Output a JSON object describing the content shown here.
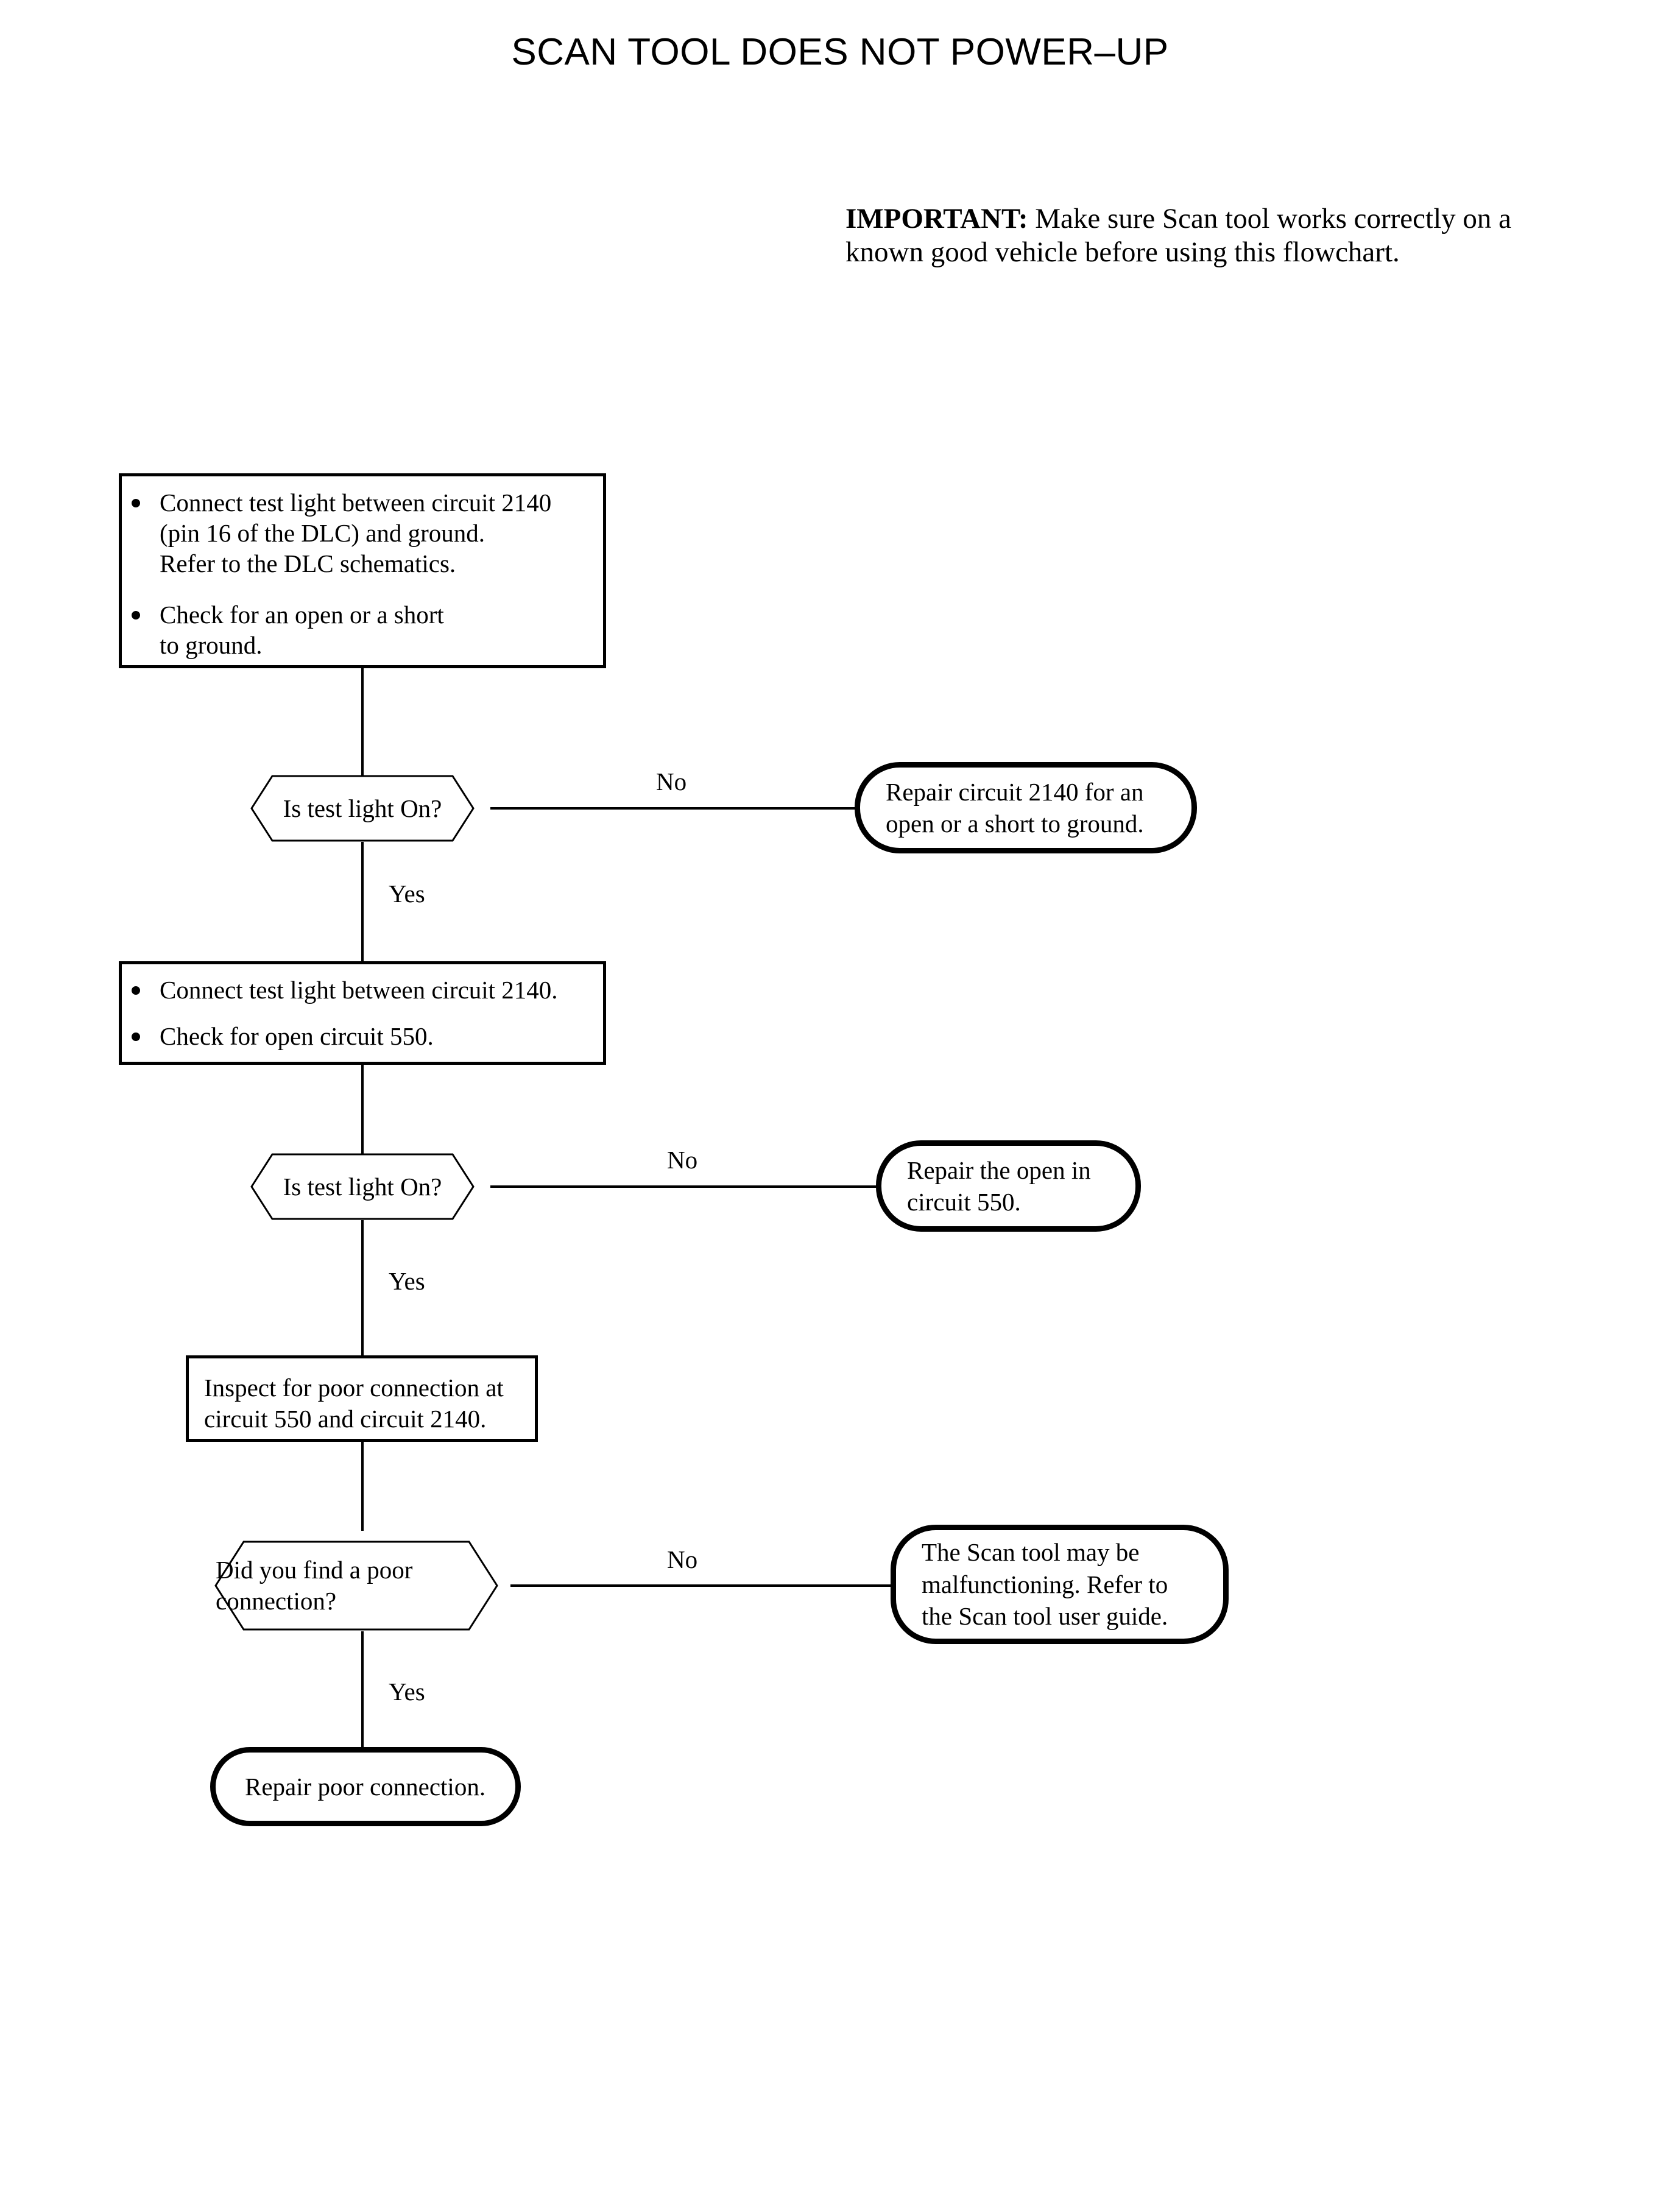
{
  "document": {
    "title": "SCAN TOOL DOES NOT POWER–UP",
    "important": {
      "lead": "IMPORTANT:",
      "body": " Make sure Scan tool works correctly on a known good vehicle before using this flowchart."
    }
  },
  "colors": {
    "ink": "#000000",
    "paper": "#ffffff"
  },
  "flowchart": {
    "type": "flowchart",
    "orientation": "top-to-bottom",
    "nodes": [
      {
        "id": "step1",
        "shape": "process",
        "bullets": [
          "Connect test light between circuit 2140 (pin 16 of the DLC) and ground. Refer to the DLC schematics.",
          "Check for an open or a short to ground."
        ],
        "lines": [
          [
            "Connect test light between circuit 2140",
            "(pin 16 of the DLC) and ground.",
            "Refer to the DLC schematics."
          ],
          [
            "Check for an open or a short",
            "to ground."
          ]
        ]
      },
      {
        "id": "decision1",
        "shape": "decision",
        "text": "Is test light On?",
        "yes_label": "Yes",
        "no_label": "No"
      },
      {
        "id": "result1",
        "shape": "terminator",
        "lines": [
          "Repair circuit 2140 for an",
          "open or a short to ground."
        ]
      },
      {
        "id": "step2",
        "shape": "process",
        "bullets": [
          "Connect test light between circuit 2140.",
          "Check for open circuit 550."
        ],
        "lines": [
          [
            "Connect test light between circuit 2140."
          ],
          [
            "Check for open circuit 550."
          ]
        ]
      },
      {
        "id": "decision2",
        "shape": "decision",
        "text": "Is test light On?",
        "yes_label": "Yes",
        "no_label": "No"
      },
      {
        "id": "result2",
        "shape": "terminator",
        "lines": [
          "Repair the open in",
          "circuit 550."
        ]
      },
      {
        "id": "step3",
        "shape": "process",
        "lines": [
          [
            "Inspect for poor connection at",
            "circuit 550 and circuit 2140."
          ]
        ]
      },
      {
        "id": "decision3",
        "shape": "decision",
        "text": "Did you find a poor connection?",
        "lines": [
          "Did you find a poor",
          "connection?"
        ],
        "yes_label": "Yes",
        "no_label": "No"
      },
      {
        "id": "result3",
        "shape": "terminator",
        "lines": [
          "The Scan tool may be",
          "malfunctioning. Refer to",
          "the Scan tool user guide."
        ]
      },
      {
        "id": "result4",
        "shape": "terminator",
        "lines": [
          "Repair poor connection."
        ]
      }
    ],
    "labels": {
      "no_1": "No",
      "no_2": "No",
      "no_3": "No",
      "yes_1": "Yes",
      "yes_2": "Yes",
      "yes_3": "Yes"
    },
    "step1_line1": "Connect test light between circuit 2140",
    "step1_line2": "(pin 16 of the DLC) and ground.",
    "step1_line3": "Refer to the DLC schematics.",
    "step1_line4": "Check for an open or a short",
    "step1_line5": "to ground.",
    "step2_line1": "Connect test light between circuit 2140.",
    "step2_line2": "Check for open circuit 550.",
    "step3_line1": "Inspect for poor connection at",
    "step3_line2": "circuit 550 and circuit 2140.",
    "decision1_text": "Is test light On?",
    "decision2_text": "Is test light On?",
    "decision3_line1": "Did you find a poor",
    "decision3_line2": "connection?",
    "result1_line1": "Repair circuit 2140 for an",
    "result1_line2": "open or a short to ground.",
    "result2_line1": "Repair the open in",
    "result2_line2": "circuit 550.",
    "result3_line1": "The Scan tool may be",
    "result3_line2": "malfunctioning. Refer to",
    "result3_line3": "the Scan tool user guide.",
    "result4_line1": "Repair poor connection."
  }
}
